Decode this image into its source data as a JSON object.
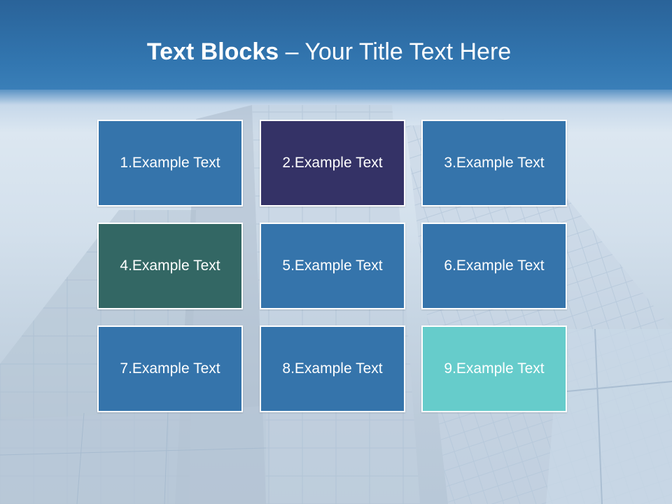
{
  "slide": {
    "title_bold": "Text Blocks",
    "title_separator": " – ",
    "title_rest": "Your Title Text Here"
  },
  "blocks": [
    {
      "label": "1.Example Text",
      "color": "#3574ab"
    },
    {
      "label": "2.Example Text",
      "color": "#343266"
    },
    {
      "label": "3.Example Text",
      "color": "#3574ab"
    },
    {
      "label": "4.Example Text",
      "color": "#336764"
    },
    {
      "label": "5.Example Text",
      "color": "#3574ab"
    },
    {
      "label": "6.Example Text",
      "color": "#3574ab"
    },
    {
      "label": "7.Example Text",
      "color": "#3574ab"
    },
    {
      "label": "8.Example Text",
      "color": "#3574ab"
    },
    {
      "label": "9.Example Text",
      "color": "#66cccb"
    }
  ],
  "colors": {
    "title_bar": "#3276b0",
    "title_text": "#ffffff",
    "block_border": "#ffffff"
  }
}
